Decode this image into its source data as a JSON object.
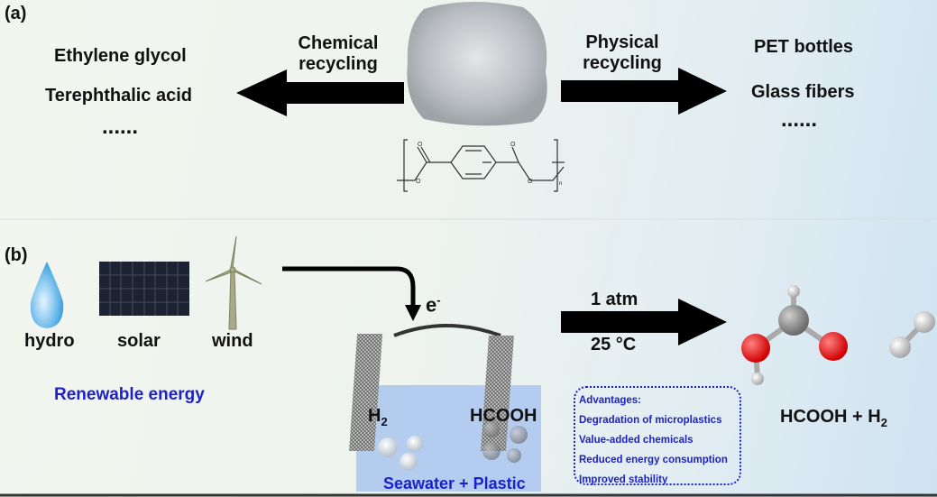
{
  "panel_a": {
    "label": "(a)",
    "chemical_recycling": [
      "Chemical",
      "recycling"
    ],
    "chemical_products": [
      "Ethylene glycol",
      "Terephthalic acid",
      "......"
    ],
    "physical_recycling": [
      "Physical",
      "recycling"
    ],
    "physical_products": [
      "PET bottles",
      "Glass fibers",
      "......"
    ],
    "polymer_subscript": "n"
  },
  "panel_b": {
    "label": "(b)",
    "energy_sources": [
      "hydro",
      "solar",
      "wind"
    ],
    "renewable_label": "Renewable energy",
    "electron": "e",
    "electron_sup": "-",
    "cathode_product": "H",
    "cathode_sub": "2",
    "anode_product": "HCOOH",
    "electrolyte": "Seawater + Plastic",
    "conditions": [
      "1 atm",
      "25 °C"
    ],
    "advantages_title": "Advantages:",
    "advantages": [
      "Degradation of microplastics",
      "Value-added chemicals",
      "Reduced energy consumption",
      "Improved stability"
    ],
    "products": "HCOOH + H",
    "products_sub": "2"
  },
  "colors": {
    "accent_blue": "#1d22c8",
    "arrow": "#000000"
  }
}
